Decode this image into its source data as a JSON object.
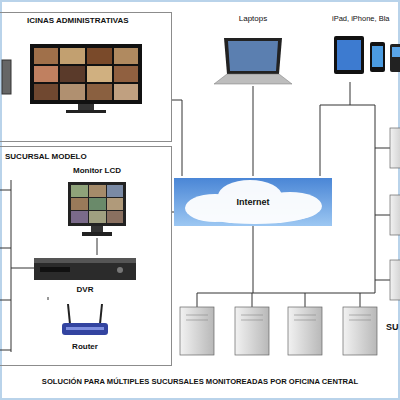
{
  "diagram": {
    "caption": "SOLUCIÓN PARA MÚLTIPLES SUCURSALES MONITOREADAS POR OFICINA CENTRAL",
    "nodes": [
      {
        "text": [
          "ICINAS ADMINISTRATIVAS"
        ]
      },
      {
        "text": [
          "Laptops"
        ]
      },
      {
        "text": [
          "iPad, iPhone, Bla"
        ]
      },
      {
        "text": [
          "SUCURSAL MODELO"
        ]
      },
      {
        "text": [
          "Monitor LCD"
        ],
        "in": 3
      },
      {
        "text": [
          "DVR"
        ],
        "in": 3
      },
      {
        "text": [
          "Router"
        ],
        "in": 3
      },
      {
        "text": [
          "Internet"
        ]
      }
    ],
    "edges": [
      {
        "from": 0,
        "to": 7,
        "arrow": "none"
      },
      {
        "from": 3,
        "to": 7,
        "arrow": "none"
      },
      {
        "from": 1,
        "to": 7,
        "arrow": "none"
      },
      {
        "from": 2,
        "to": 7,
        "arrow": "none"
      },
      {
        "from": 4,
        "to": 5,
        "arrow": "none"
      },
      {
        "from": 5,
        "to": 6,
        "arrow": "none"
      }
    ],
    "labels": [
      "SU"
    ]
  }
}
